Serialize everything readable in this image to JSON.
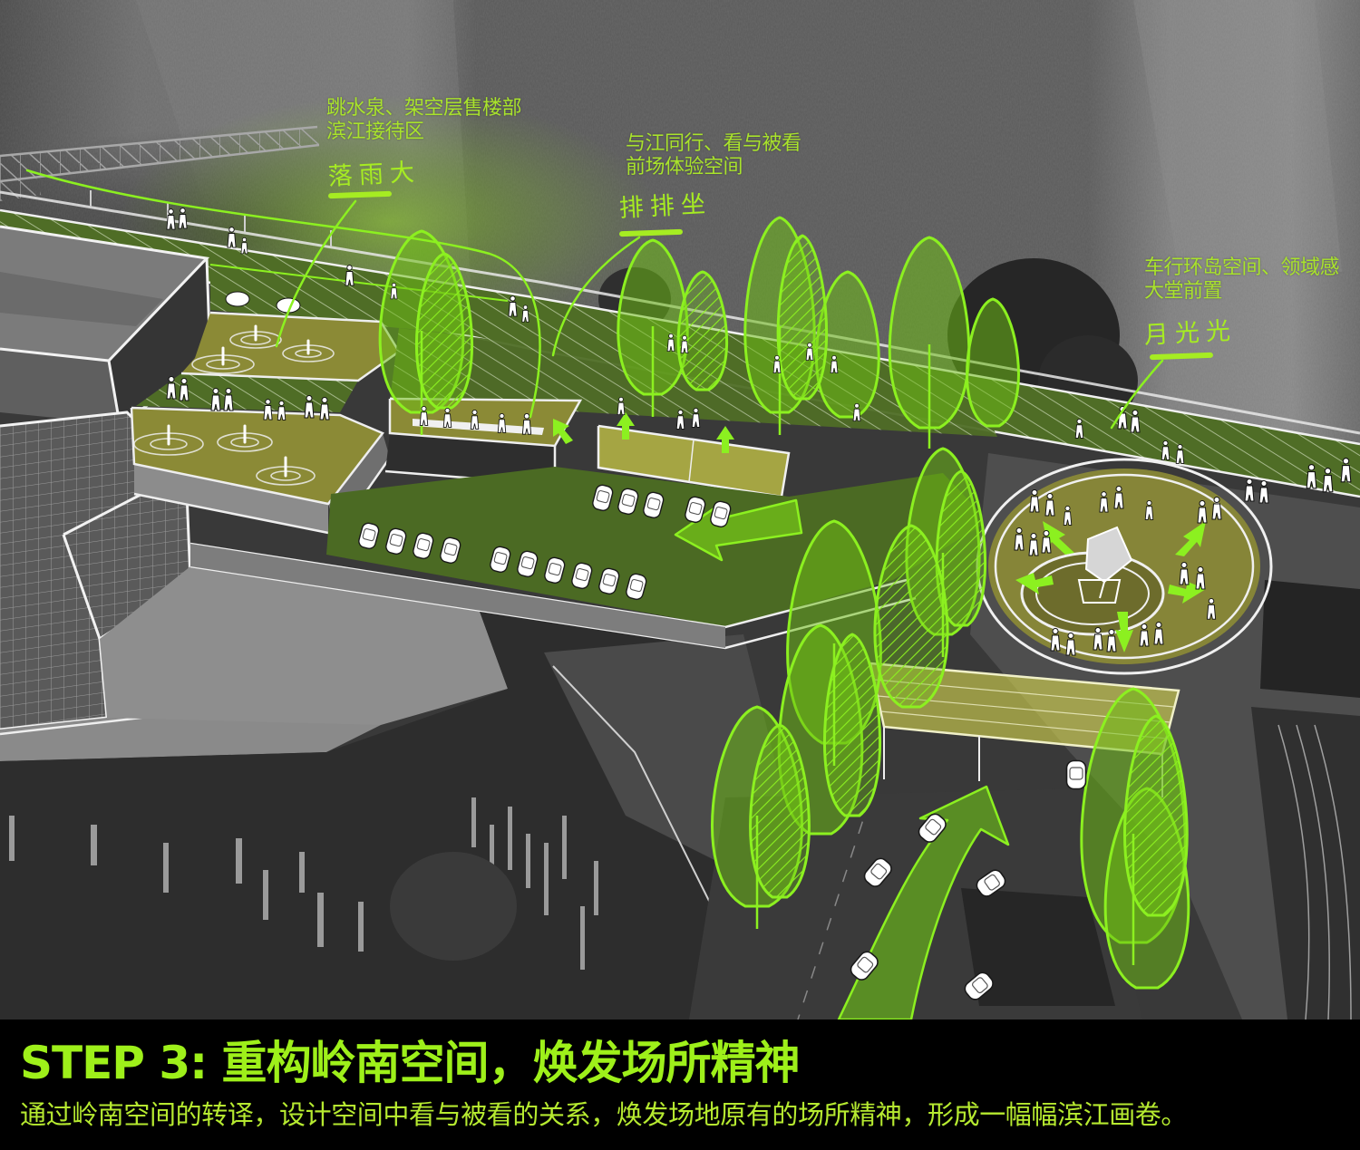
{
  "diagram": {
    "type": "aerial site design diagram (photo collage with sketch overlay)",
    "annotations": [
      {
        "id": "fountain-terrace",
        "description_lines": [
          "跳水泉、架空层售楼部",
          "滨江接待区"
        ],
        "name": "落雨大"
      },
      {
        "id": "front-court",
        "description_lines": [
          "与江同行、看与被看",
          "前场体验空间"
        ],
        "name": "排排坐"
      },
      {
        "id": "roundabout",
        "description_lines": [
          "车行环岛空间、领域感",
          "大堂前置"
        ],
        "name": "月光光"
      }
    ],
    "scene_elements": [
      "river",
      "truss-bridge",
      "riverside-promenade",
      "existing-building",
      "scaffolding-building",
      "fountain-terraces",
      "seating-platform",
      "parking-lawn",
      "sketch-trees",
      "roundabout-plaza",
      "sculpture",
      "pedestrian-bridge",
      "road",
      "traffic-arrows",
      "people-figures",
      "cars",
      "sports-track"
    ]
  },
  "caption": {
    "title": "STEP 3: 重构岭南空间，焕发场所精神",
    "description": "通过岭南空间的转译，设计空间中看与被看的关系，焕发场地原有的场所精神，形成一幅幅滨江画卷。"
  },
  "colors": {
    "accent_green": "#8cf020",
    "annotation_text": "#a9e32c",
    "title_text": "#9ef01a",
    "description_text": "#b6ea30",
    "terrace_olive": "#8b8a36",
    "lawn_green": "#4f6d26",
    "bridge_yellow": "#d8d850",
    "background": "#000000"
  }
}
